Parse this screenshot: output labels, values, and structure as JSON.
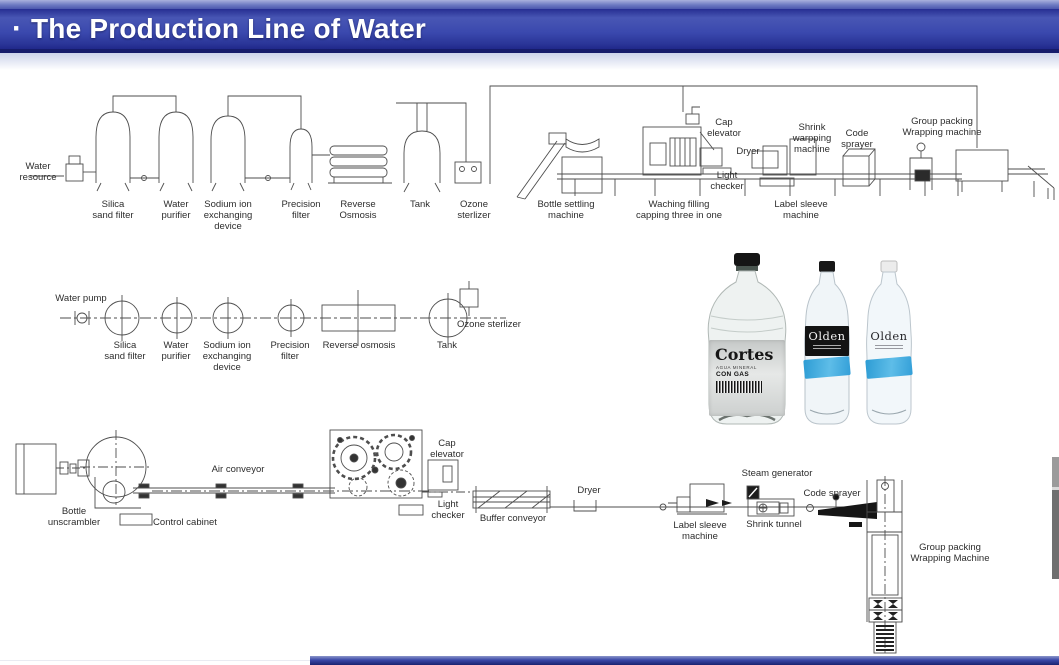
{
  "header": {
    "bullet": "·",
    "title": "The Production Line of Water"
  },
  "colors": {
    "header_blue": "#2e3aa0",
    "navy_edge": "#161c6b",
    "label_stripe_blue": "#2f9fd6"
  },
  "top_labels": [
    "Water\nresource",
    "Silica\nsand filter",
    "Water\npurifier",
    "Sodium ion\nexchanging\ndevice",
    "Precision\nfilter",
    "Reverse\nOsmosis",
    "Tank",
    "Ozone\nsterlizer",
    "Bottle settling\nmachine",
    "Waching filling\ncapping three in one",
    "Label sleeve\nmachine",
    "Cap\nelevator",
    "Dryer",
    "Light\nchecker",
    "Shrink\nwarpping\nmachine",
    "Code\nsprayer",
    "Group packing\nWrapping machine"
  ],
  "mid_labels": [
    "Water pump",
    "Silica\nsand filter",
    "Water\npurifier",
    "Sodium ion\nexchanging\ndevice",
    "Precision\nfilter",
    "Reverse osmosis",
    "Tank",
    "Ozone sterlizer"
  ],
  "bottom_labels": [
    "Bottle\nunscrambler",
    "Control cabinet",
    "Air conveyor",
    "Cap\nelevator",
    "Light\nchecker",
    "Buffer conveyor",
    "Dryer",
    "Label sleeve\nmachine",
    "Steam generator",
    "Shrink tunnel",
    "Code sprayer",
    "Group packing\nWrapping Machine"
  ],
  "bottles": {
    "large": {
      "brand": "Cortes",
      "sub1": "AGUA MINERAL",
      "type": "CON GAS"
    },
    "medium_dark": {
      "brand": "Olden"
    },
    "medium_light": {
      "brand": "Olden"
    }
  }
}
